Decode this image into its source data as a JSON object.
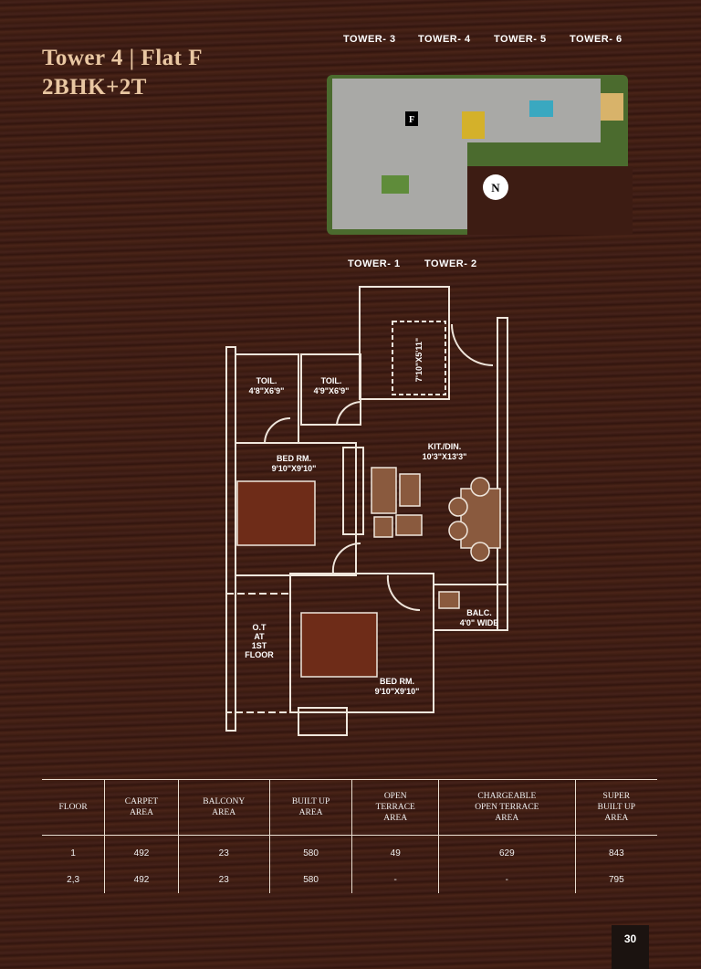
{
  "title": {
    "line1": "Tower 4 | Flat F",
    "line2": "2BHK+2T"
  },
  "site_plan": {
    "towers": [
      "TOWER- 3",
      "TOWER- 4",
      "TOWER- 5",
      "TOWER- 6",
      "TOWER- 1",
      "TOWER- 2"
    ],
    "flat_marker": "F",
    "north": "N"
  },
  "plan": {
    "toilet1": {
      "name": "TOIL.",
      "size": "4'8\"X6'9\""
    },
    "toilet2": {
      "name": "TOIL.",
      "size": "4'9\"X6'9\""
    },
    "terrace_size": "7'10\"X5'11\"",
    "bed1": {
      "name": "BED RM.",
      "size": "9'10\"X9'10\""
    },
    "kitchen": {
      "name": "KIT./DIN.",
      "size": "10'3\"X13'3\""
    },
    "balcony": {
      "name": "BALC.",
      "size": "4'0\" WIDE"
    },
    "ot": [
      "O.T",
      "AT",
      "1ST",
      "FLOOR"
    ],
    "bed2": {
      "name": "BED RM.",
      "size": "9'10\"X9'10\""
    }
  },
  "table": {
    "headers": [
      [
        "FLOOR"
      ],
      [
        "CARPET",
        "AREA"
      ],
      [
        "BALCONY",
        "AREA"
      ],
      [
        "BUILT UP",
        "AREA"
      ],
      [
        "OPEN",
        "TERRACE",
        "AREA"
      ],
      [
        "CHARGEABLE",
        "OPEN TERRACE",
        "AREA"
      ],
      [
        "SUPER",
        "BUILT UP",
        "AREA"
      ]
    ],
    "rows": [
      [
        "1",
        "492",
        "23",
        "580",
        "49",
        "629",
        "843"
      ],
      [
        "2,3",
        "492",
        "23",
        "580",
        "-",
        "-",
        "795"
      ]
    ]
  },
  "page_number": "30"
}
